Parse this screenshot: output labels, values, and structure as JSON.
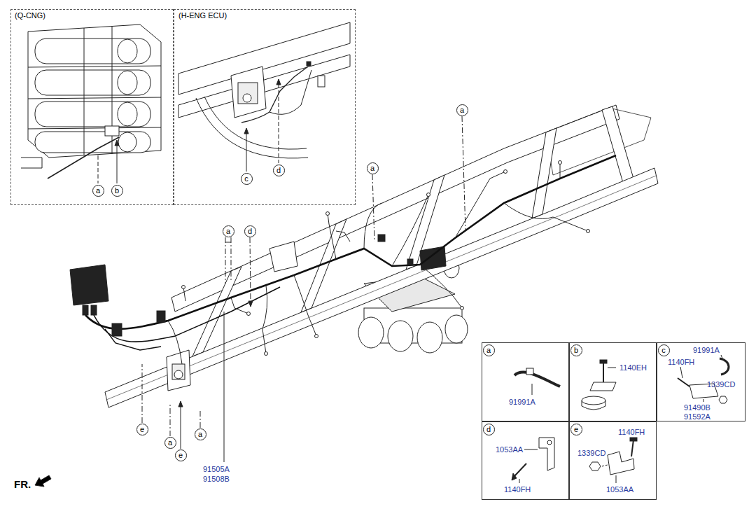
{
  "diagram": {
    "nodes": [
      {
        "text": [
          "(Q-CNG)"
        ]
      },
      {
        "text": [
          "a"
        ],
        "in": 0
      },
      {
        "text": [
          "b"
        ],
        "in": 0
      },
      {
        "text": [
          "(H-ENG ECU)"
        ]
      },
      {
        "text": [
          "c"
        ],
        "in": 3
      },
      {
        "text": [
          "d"
        ],
        "in": 3
      },
      {
        "text": [
          "a"
        ]
      },
      {
        "text": [
          "a"
        ]
      },
      {
        "text": [
          "a"
        ]
      },
      {
        "text": [
          "d"
        ]
      },
      {
        "text": [
          "e"
        ]
      },
      {
        "text": [
          "a"
        ]
      },
      {
        "text": [
          "e"
        ]
      },
      {
        "text": [
          "a"
        ]
      },
      {
        "text": [
          "91991A"
        ]
      },
      {
        "text": [
          "a"
        ],
        "in": 14
      },
      {
        "text": [
          "1140EH"
        ]
      },
      {
        "text": [
          "b"
        ],
        "in": 16
      },
      {
        "text": [
          "91991A",
          "1140FH",
          "1339CD",
          "91490B",
          "91592A"
        ]
      },
      {
        "text": [
          "c"
        ],
        "in": 18
      },
      {
        "text": [
          "1053AA",
          "1140FH"
        ]
      },
      {
        "text": [
          "d"
        ],
        "in": 20
      },
      {
        "text": [
          "1140FH",
          "1339CD",
          "1053AA"
        ]
      },
      {
        "text": [
          "e"
        ],
        "in": 22
      }
    ],
    "labels": [
      "91505A",
      "91508B",
      "FR."
    ]
  }
}
